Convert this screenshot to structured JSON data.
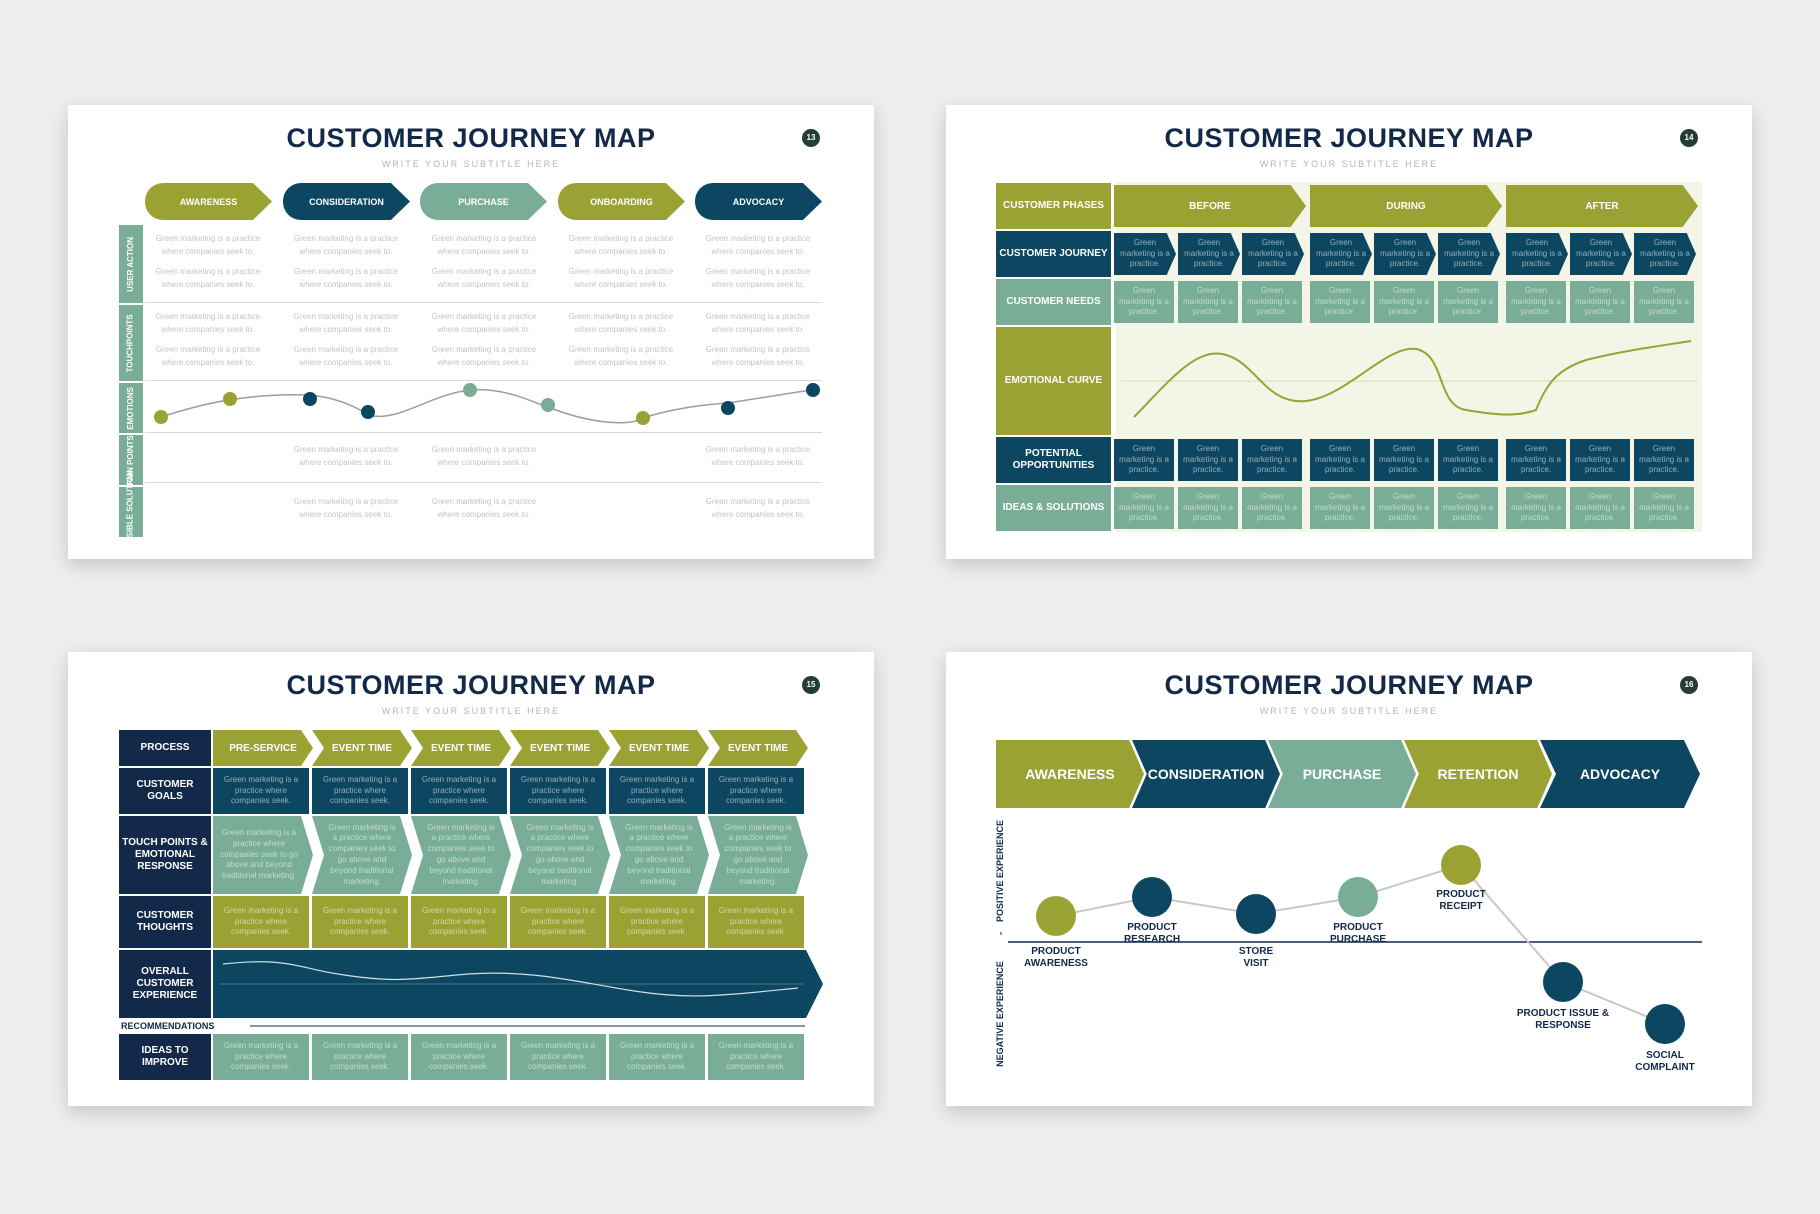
{
  "colors": {
    "olive": "#9aa234",
    "navy": "#0c4660",
    "sage": "#79ad98",
    "dark": "#12294a",
    "pale": "#f3f6e6"
  },
  "slide1": {
    "title": "CUSTOMER JOURNEY MAP",
    "subtitle": "WRITE YOUR SUBTITLE HERE",
    "number": "13",
    "stages": [
      "AWARENESS",
      "CONSIDERATION",
      "PURCHASE",
      "ONBOARDING",
      "ADVOCACY"
    ],
    "rows": [
      "USER ACTION",
      "TOUCHPOINTS",
      "EMOTIONS",
      "PAIN POINTS",
      "POSSIBLE SOLUTION"
    ],
    "placeholder": "Green marketing is a practice where companies seek to."
  },
  "slide2": {
    "title": "CUSTOMER JOURNEY MAP",
    "subtitle": "WRITE YOUR SUBTITLE HERE",
    "number": "14",
    "rows": [
      "CUSTOMER PHASES",
      "CUSTOMER JOURNEY",
      "CUSTOMER NEEDS",
      "EMOTIONAL CURVE",
      "POTENTIAL OPPORTUNITIES",
      "IDEAS & SOLUTIONS"
    ],
    "phases": [
      "BEFORE",
      "DURING",
      "AFTER"
    ],
    "placeholder": "Green marketing is a practice."
  },
  "slide3": {
    "title": "CUSTOMER JOURNEY MAP",
    "subtitle": "WRITE YOUR SUBTITLE HERE",
    "number": "15",
    "rows": [
      "PROCESS",
      "CUSTOMER GOALS",
      "TOUCH POINTS & EMOTIONAL RESPONSE",
      "CUSTOMER THOUGHTS",
      "OVERALL CUSTOMER EXPERIENCE",
      "IDEAS TO IMPROVE"
    ],
    "columns": [
      "PRE-SERVICE",
      "EVENT TIME",
      "EVENT TIME",
      "EVENT TIME",
      "EVENT TIME",
      "EVENT TIME"
    ],
    "recommendations": "RECOMMENDATIONS",
    "placeholder_short": "Green marketing is a practice where companies seek.",
    "placeholder_long": "Green marketing is a practice where companies seek to go above and beyond traditional marketing."
  },
  "slide4": {
    "title": "CUSTOMER JOURNEY MAP",
    "subtitle": "WRITE YOUR SUBTITLE HERE",
    "number": "16",
    "stages": [
      "AWARENESS",
      "CONSIDERATION",
      "PURCHASE",
      "RETENTION",
      "ADVOCACY"
    ],
    "positive": "POSITIVE EXPERIENCE",
    "negative": "NEGATIVE EXPERIENCE",
    "points": [
      "PRODUCT AWARENESS",
      "PRODUCT RESEARCH",
      "STORE VISIT",
      "PRODUCT PURCHASE",
      "PRODUCT RECEIPT",
      "PRODUCT ISSUE & RESPONSE",
      "SOCIAL COMPLAINT"
    ]
  }
}
